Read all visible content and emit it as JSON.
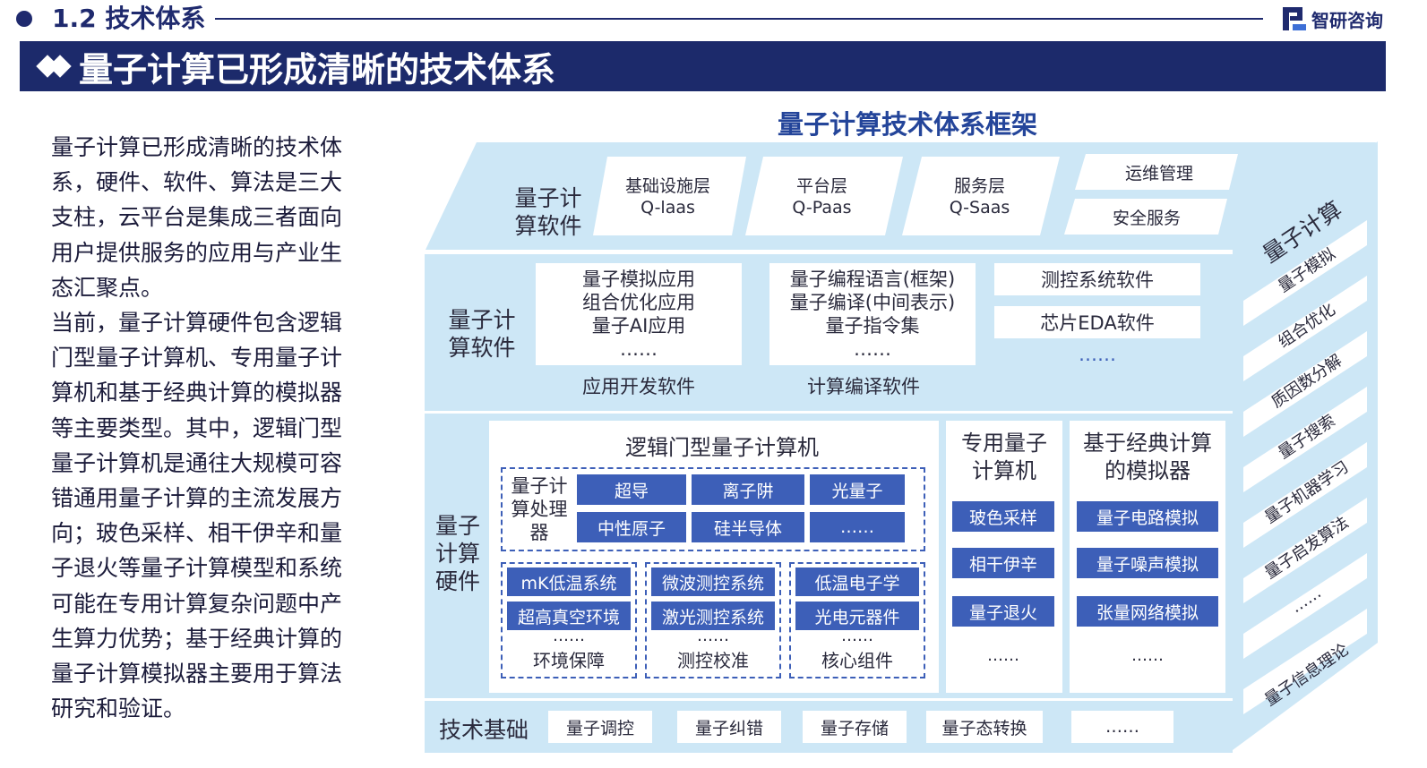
{
  "header": {
    "title": "1.2 技术体系",
    "brand": "智研咨询"
  },
  "banner": {
    "title": "量子计算已形成清晰的技术体系"
  },
  "left_text": {
    "para1": "量子计算已形成清晰的技术体系，硬件、软件、算法是三大支柱，云平台是集成三者面向用户提供服务的应用与产业生态汇聚点。",
    "para2": "当前，量子计算硬件包含逻辑门型量子计算机、专用量子计算机和基于经典计算的模拟器等主要类型。其中，逻辑门型量子计算机是通往大规模可容错通用量子计算的主流发展方向；玻色采样、相干伊辛和量子退火等量子计算模型和系统可能在专用计算复杂问题中产生算力优势；基于经典计算的量子计算模拟器主要用于算法研究和验证。"
  },
  "diagram": {
    "title": "量子计算技术体系框架",
    "top": {
      "label": "量子计算软件",
      "boxes": [
        {
          "l1": "基础设施层",
          "l2": "Q-laas"
        },
        {
          "l1": "平台层",
          "l2": "Q-Paas"
        },
        {
          "l1": "服务层",
          "l2": "Q-Saas"
        }
      ],
      "ops": [
        "运维管理",
        "安全服务"
      ]
    },
    "software": {
      "label": "量子计算软件",
      "app_lines": [
        "量子模拟应用",
        "组合优化应用",
        "量子AI应用",
        "……"
      ],
      "app_caption": "应用开发软件",
      "comp_lines": [
        "量子编程语言(框架)",
        "量子编译(中间表示)",
        "量子指令集",
        "……"
      ],
      "comp_caption": "计算编译软件",
      "other": [
        "测控系统软件",
        "芯片EDA软件",
        "……"
      ]
    },
    "hardware": {
      "label": "量子计算硬件",
      "gate_title": "逻辑门型量子计算机",
      "processor_label": "量子计算处理器",
      "processors": [
        "超导",
        "离子阱",
        "光量子",
        "中性原子",
        "硅半导体",
        "……"
      ],
      "env": {
        "items": [
          "mK低温系统",
          "超高真空环境"
        ],
        "dots": "……",
        "caption": "环境保障"
      },
      "calib": {
        "items": [
          "微波测控系统",
          "激光测控系统"
        ],
        "dots": "……",
        "caption": "测控校准"
      },
      "core": {
        "items": [
          "低温电子学",
          "光电元器件"
        ],
        "dots": "……",
        "caption": "核心组件"
      },
      "special_title": "专用量子计算机",
      "special": [
        "玻色采样",
        "相干伊辛",
        "量子退火",
        "……"
      ],
      "sim_title": "基于经典计算的模拟器",
      "sim": [
        "量子电路模拟",
        "量子噪声模拟",
        "张量网络模拟",
        "……"
      ]
    },
    "foundation": {
      "label": "技术基础",
      "items": [
        "量子调控",
        "量子纠错",
        "量子存储",
        "量子态转换",
        "……"
      ]
    },
    "algorithms": {
      "title": "量子计算",
      "items": [
        "量子模拟",
        "组合优化",
        "质因数分解",
        "量子搜索",
        "量子机器学习",
        "量子启发算法",
        "……",
        "量子信息理论"
      ]
    }
  },
  "colors": {
    "navy": "#1c2a6b",
    "panel": "#cde7f6",
    "blue_box": "#3d5fb8",
    "title_blue": "#24459a"
  }
}
